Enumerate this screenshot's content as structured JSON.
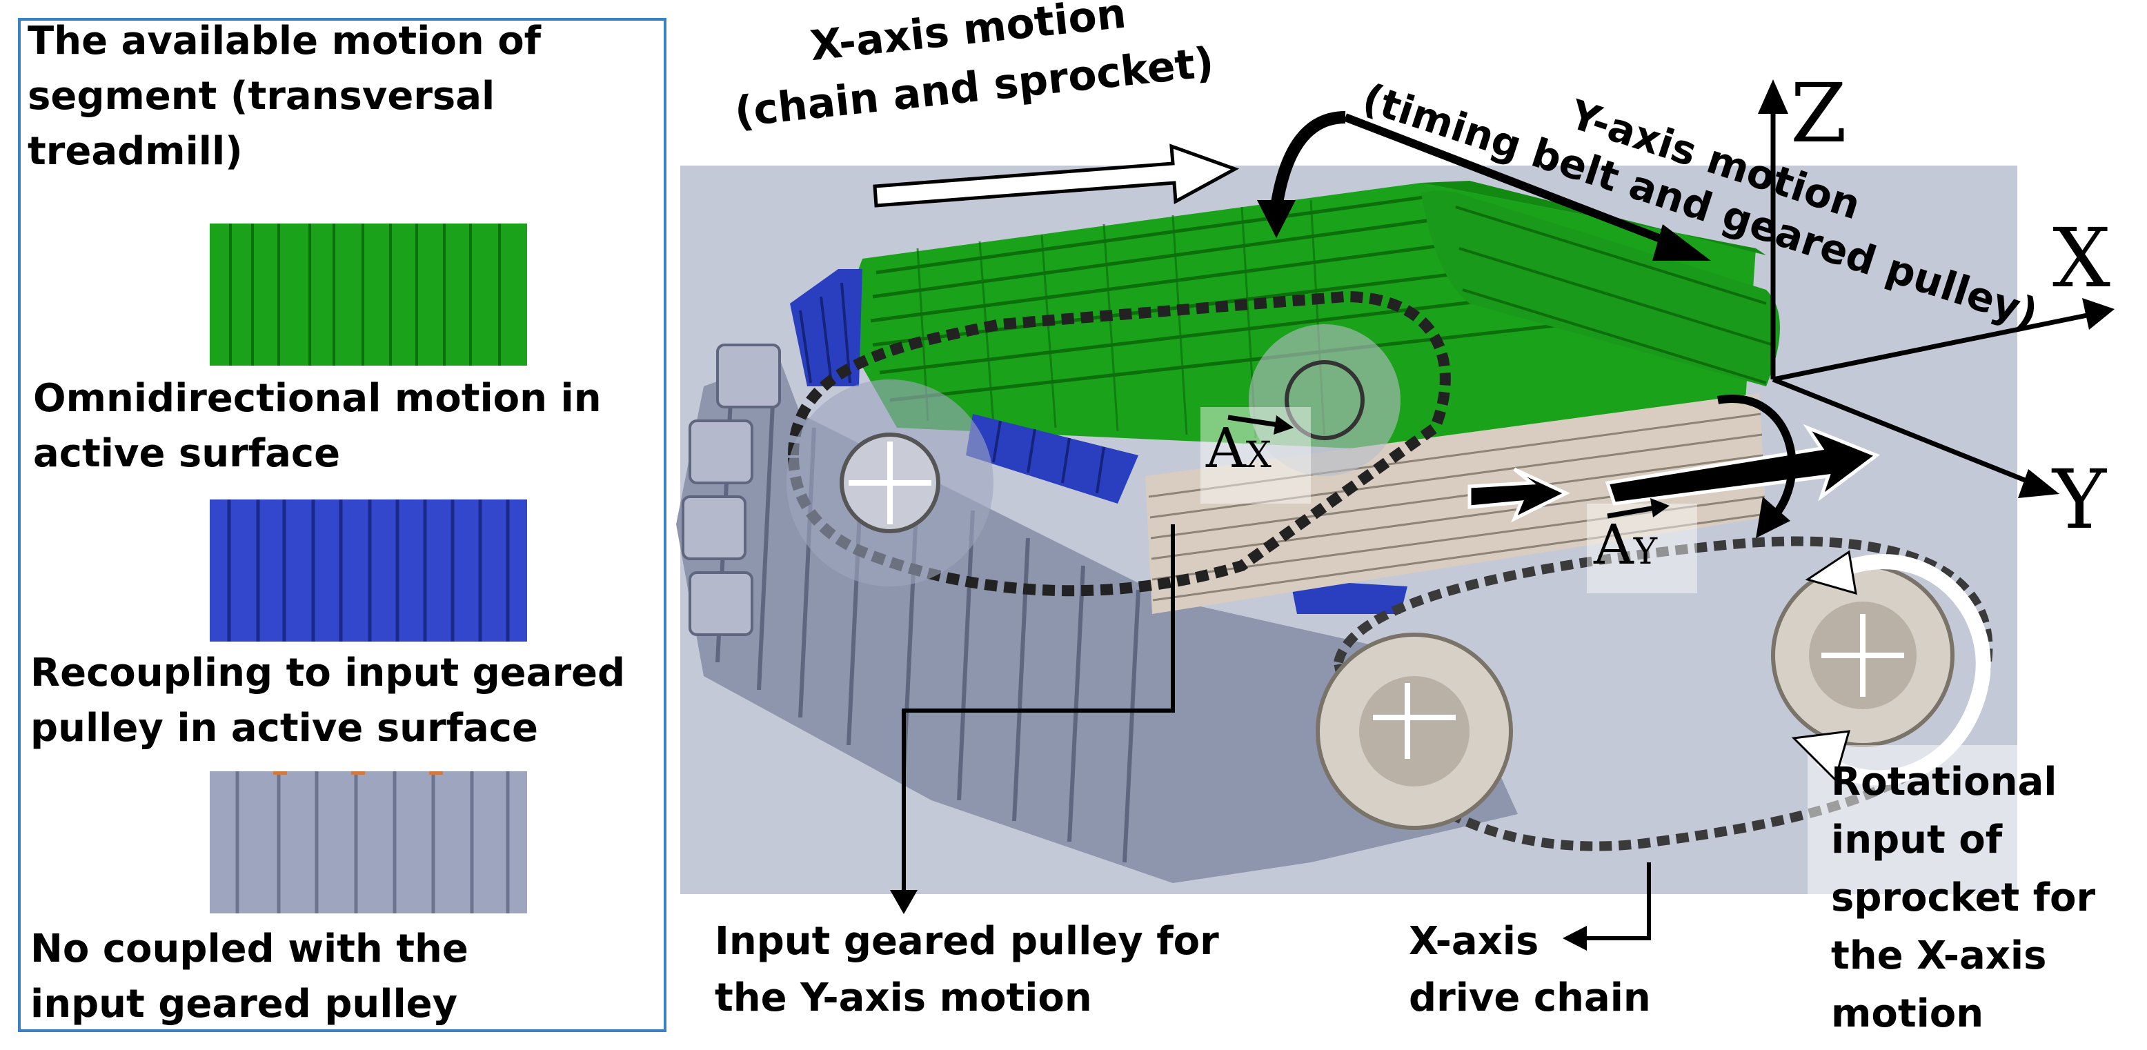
{
  "legend": {
    "title": "The available motion of\nsegment (transversal\ntreadmill)",
    "items": [
      {
        "label": "Omnidirectional motion in\nactive surface",
        "color": "#1aa31a"
      },
      {
        "label": "Recoupling to input geared\npulley in active surface",
        "color": "#3347cc"
      },
      {
        "label": "No coupled with the\ninput geared pulley",
        "color": "#9ea6bf"
      }
    ]
  },
  "labels": {
    "x_motion": "X-axis motion\n(chain and sprocket)",
    "y_motion": "Y-axis motion\n(timing belt and geared pulley)",
    "input_pulley": "Input geared pulley for\nthe Y-axis motion",
    "drive_chain": "X-axis\ndrive chain",
    "rotational_input": "Rotational\ninput of\nsprocket for\nthe X-axis\nmotion"
  },
  "axes": {
    "z": "Z",
    "x": "X",
    "y": "Y"
  },
  "vectors": {
    "ax": "A",
    "ax_sub": "X",
    "ay": "A",
    "ay_sub": "Y"
  },
  "colors": {
    "green": "#1aa31a",
    "blue": "#3347cc",
    "gray": "#9ea6bf",
    "background": "#c3c9d6",
    "frame": "#3b80c2"
  }
}
